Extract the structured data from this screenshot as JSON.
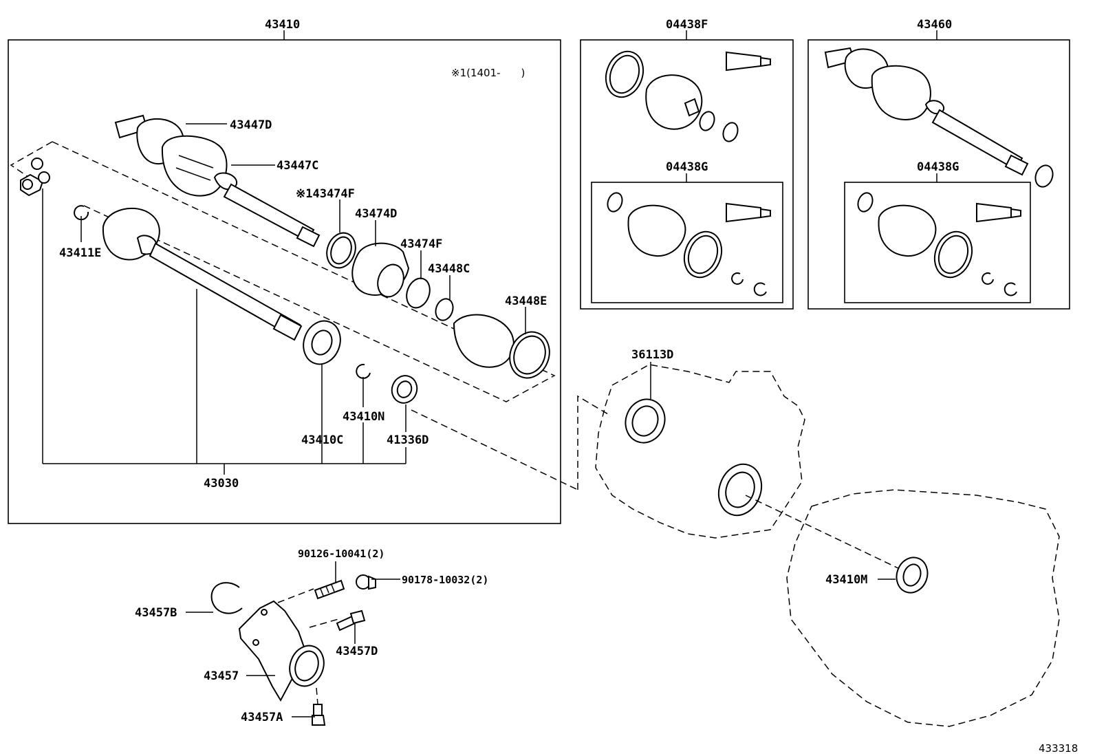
{
  "diagram": {
    "note": "※1(1401-　　)",
    "ref_number": "433318",
    "labels": {
      "l43410": "43410",
      "l04438F": "04438F",
      "l43460": "43460",
      "l43447D": "43447D",
      "l43447C": "43447C",
      "l43474F_a": "※143474F",
      "l43474D": "43474D",
      "l43474F_b": "43474F",
      "l43448C": "43448C",
      "l43448E": "43448E",
      "l43411E": "43411E",
      "l43410N": "43410N",
      "l43410C": "43410C",
      "l41336D": "41336D",
      "l43030": "43030",
      "l04438G_a": "04438G",
      "l04438G_b": "04438G",
      "l36113D": "36113D",
      "l43410M": "43410M",
      "l90126": "90126-10041(2)",
      "l90178": "90178-10032(2)",
      "l43457B": "43457B",
      "l43457D": "43457D",
      "l43457": "43457",
      "l43457A": "43457A"
    }
  }
}
